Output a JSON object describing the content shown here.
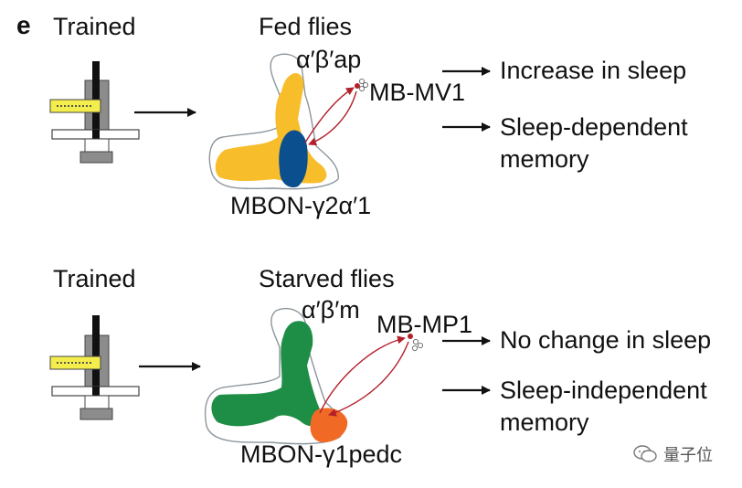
{
  "panel_label": "e",
  "rows": [
    {
      "trained_label": "Trained",
      "condition": "Fed flies",
      "lobe_label": "α′β′ap",
      "neuron_label": "MB-MV1",
      "mbon_label": "MBON-γ2α′1",
      "outcome_1": "Increase in sleep",
      "outcome_2_line1": "Sleep-dependent",
      "outcome_2_line2": "memory",
      "colors": {
        "lobes": "#f7bd2a",
        "mbon": "#0b4f8e",
        "arrows": "#b3202a"
      }
    },
    {
      "trained_label": "Trained",
      "condition": "Starved flies",
      "lobe_label": "α′β′m",
      "neuron_label": "MB-MP1",
      "mbon_label": "MBON-γ1pedc",
      "outcome_1": "No change in sleep",
      "outcome_2_line1": "Sleep-independent",
      "outcome_2_line2": "memory",
      "colors": {
        "lobes": "#1e8e46",
        "mbon": "#f06a26",
        "arrows": "#b3202a"
      }
    }
  ],
  "watermark": "量子位",
  "icons": {
    "apparatus": "training-apparatus-icon",
    "watermark": "wechat-icon"
  }
}
